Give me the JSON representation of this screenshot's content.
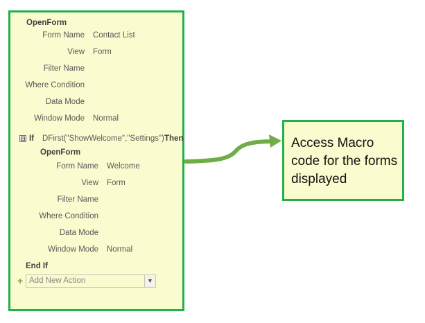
{
  "macro": {
    "block1": {
      "action": "OpenForm",
      "form_name_label": "Form Name",
      "form_name_value": "Contact List",
      "view_label": "View",
      "view_value": "Form",
      "filter_name_label": "Filter Name",
      "where_condition_label": "Where Condition",
      "data_mode_label": "Data Mode",
      "window_mode_label": "Window Mode",
      "window_mode_value": "Normal"
    },
    "if_block": {
      "collapse_symbol": "⊟",
      "if_keyword": "If",
      "condition": "DFirst(\"ShowWelcome\",\"Settings\")",
      "then_keyword": "Then",
      "action": "OpenForm",
      "form_name_label": "Form Name",
      "form_name_value": "Welcome",
      "view_label": "View",
      "view_value": "Form",
      "filter_name_label": "Filter Name",
      "where_condition_label": "Where Condition",
      "data_mode_label": "Data Mode",
      "window_mode_label": "Window Mode",
      "window_mode_value": "Normal",
      "end_keyword": "End If"
    },
    "add_action": {
      "plus_symbol": "+",
      "placeholder": "Add New Action",
      "dropdown_icon": "chevron-down-icon"
    }
  },
  "callout": {
    "text": "Access Macro code for the forms displayed"
  },
  "colors": {
    "panel_bg": "#fafbce",
    "border": "#22b04b",
    "arrow": "#70ad47"
  }
}
